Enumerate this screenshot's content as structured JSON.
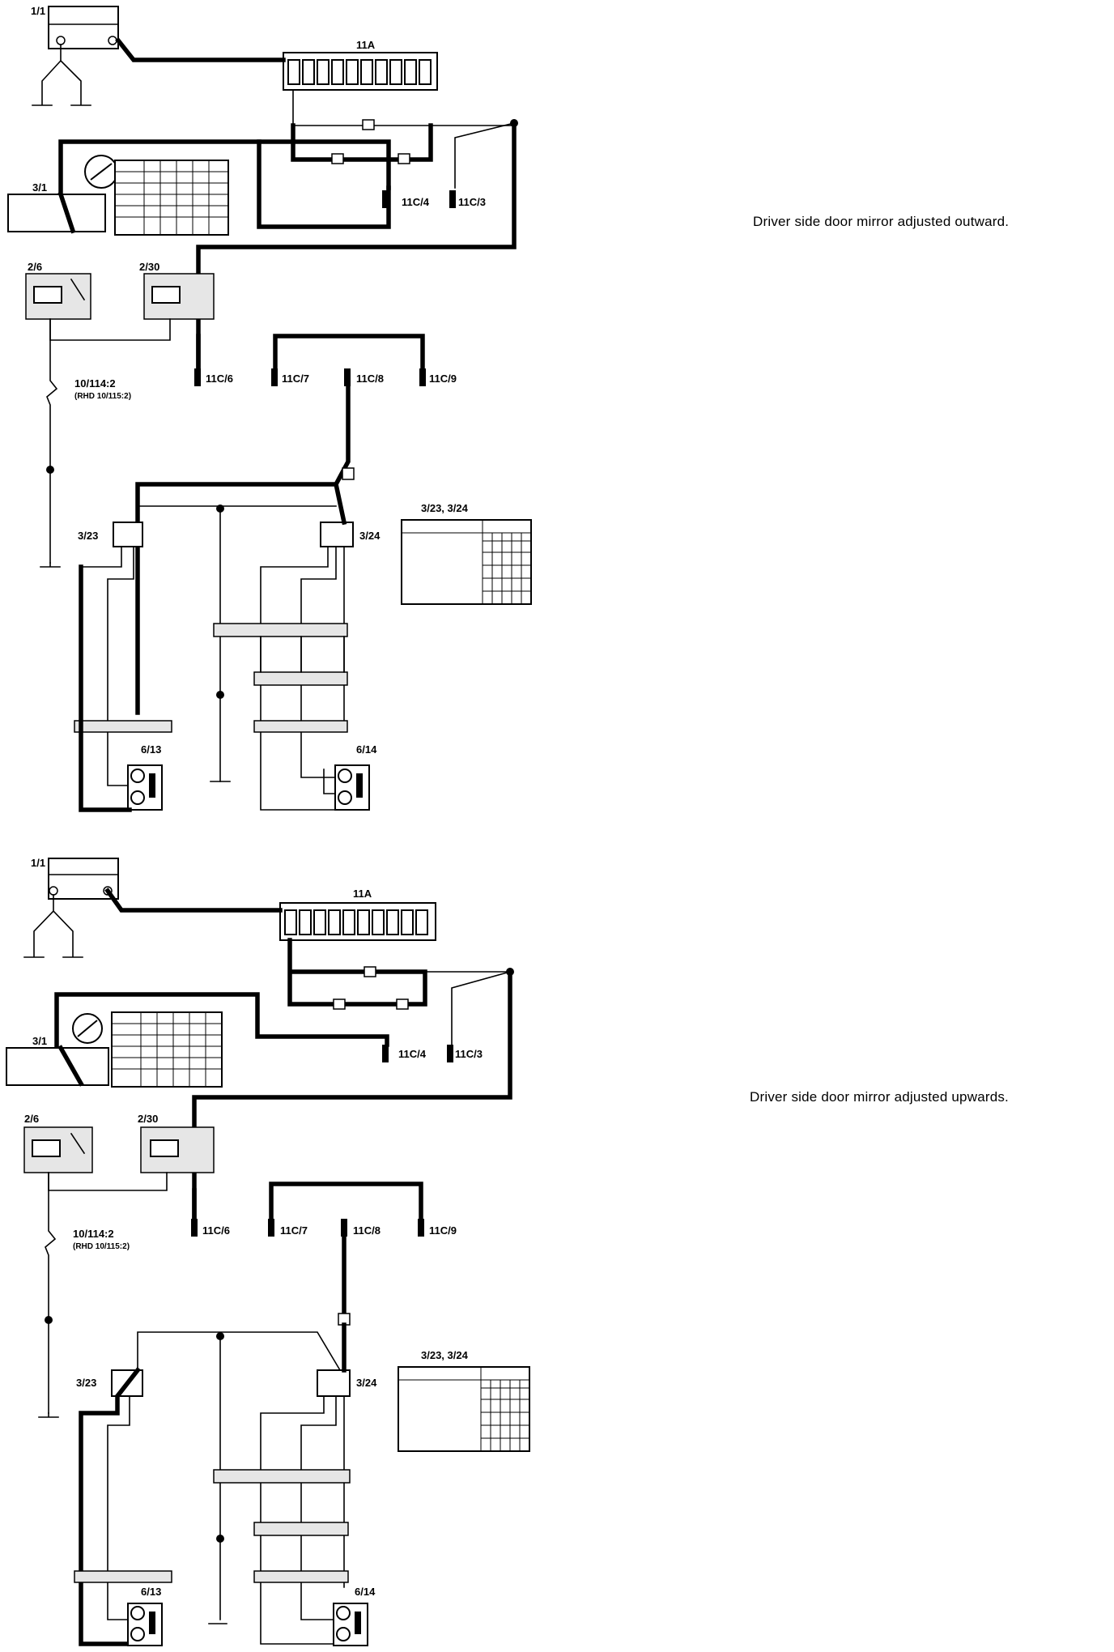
{
  "diagrams": [
    {
      "caption": "Driver side door mirror adjusted outward.",
      "labels": {
        "c1_1": "1/1",
        "c11A": "11A",
        "c11C4": "11C/4",
        "c11C3": "11C/3",
        "c3_1": "3/1",
        "c2_6": "2/6",
        "c2_30": "2/30",
        "c11C6": "11C/6",
        "c11C7": "11C/7",
        "c11C8": "11C/8",
        "c11C9": "11C/9",
        "g10": "10/114:2",
        "g10b": "(RHD 10/115:2)",
        "c3_23": "3/23",
        "c3_24": "3/24",
        "tbl": "3/23, 3/24",
        "c6_13": "6/13",
        "c6_14": "6/14"
      }
    },
    {
      "caption": "Driver side door mirror adjusted upwards.",
      "labels": {
        "c1_1": "1/1",
        "c11A": "11A",
        "c11C4": "11C/4",
        "c11C3": "11C/3",
        "c3_1": "3/1",
        "c2_6": "2/6",
        "c2_30": "2/30",
        "c11C6": "11C/6",
        "c11C7": "11C/7",
        "c11C8": "11C/8",
        "c11C9": "11C/9",
        "g10": "10/114:2",
        "g10b": "(RHD 10/115:2)",
        "c3_23": "3/23",
        "c3_24": "3/24",
        "tbl": "3/23, 3/24",
        "c6_13": "6/13",
        "c6_14": "6/14"
      }
    }
  ],
  "active_path": {
    "diagram_0": "3/23 to 3/24 cross-feed, 6/13 return",
    "diagram_1": "3/23 feed to 6/13 motor"
  }
}
